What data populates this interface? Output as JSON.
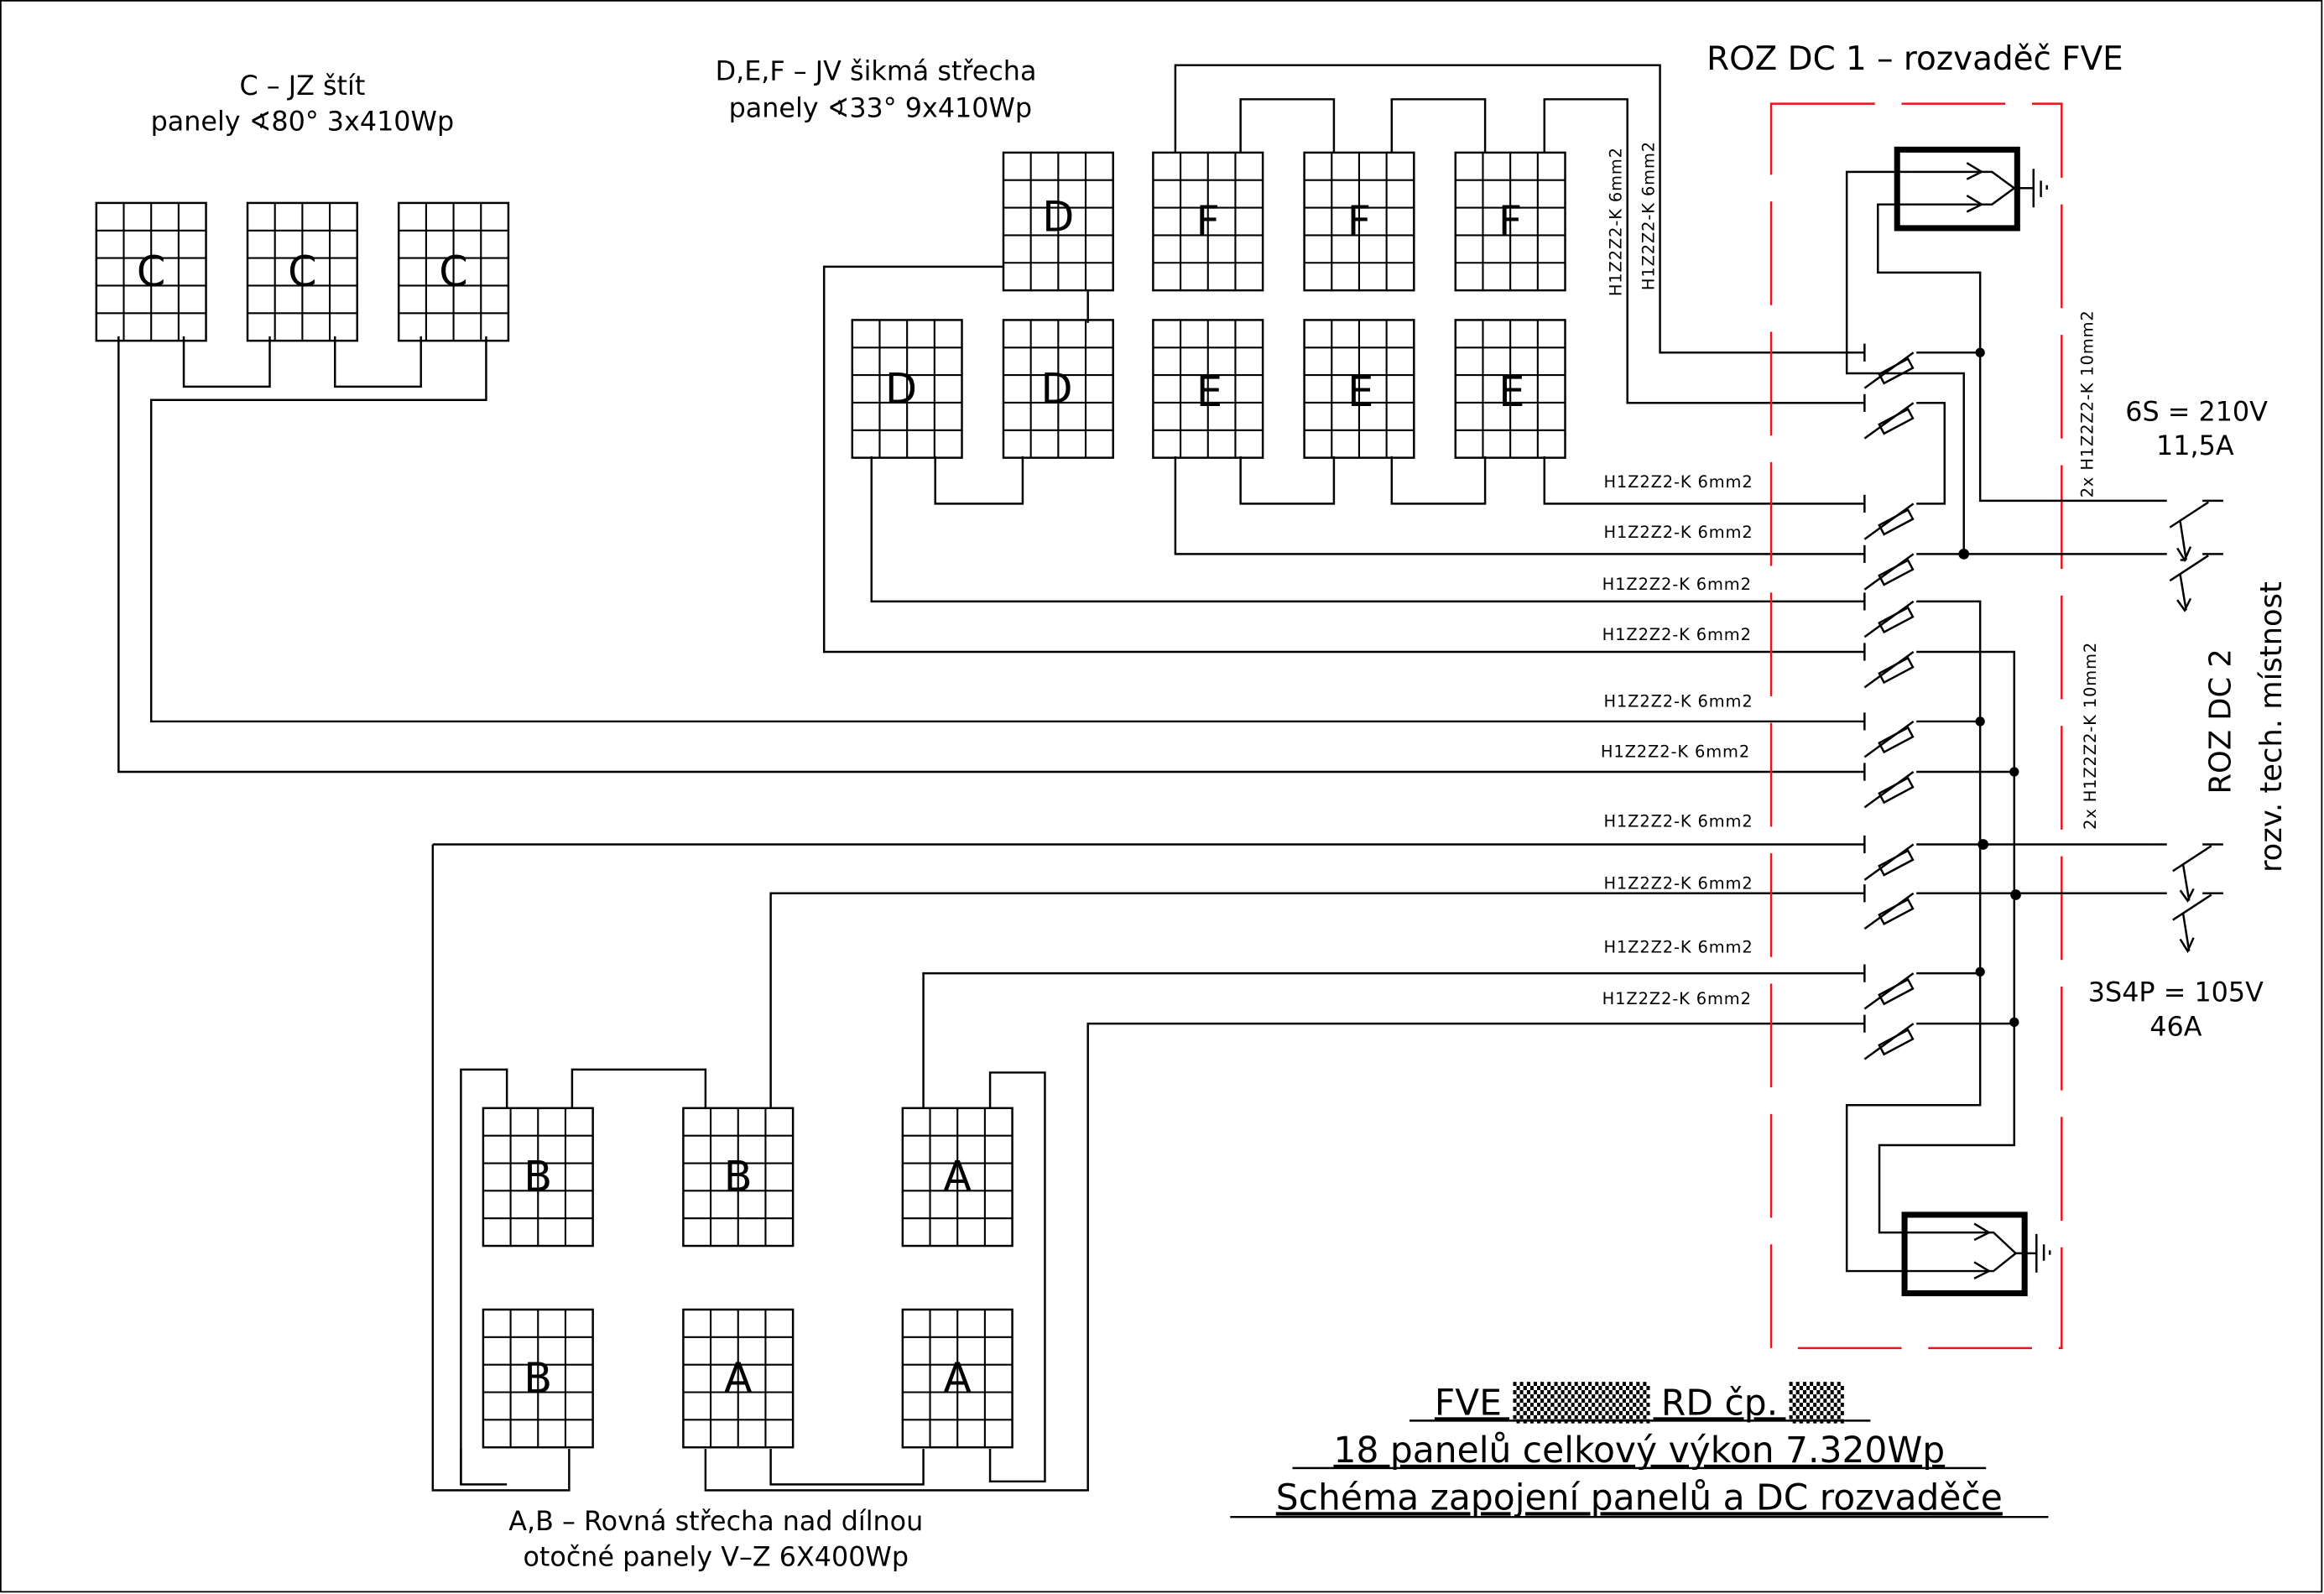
{
  "groups": {
    "c": {
      "line1": "C – JZ štít",
      "line2": "panely ∢80°  3x410Wp"
    },
    "def": {
      "line1": "D,E,F – JV šikmá střecha",
      "line2": "panely ∢33°  9x410Wp"
    },
    "ab": {
      "line1": "A,B – Rovná střecha nad dílnou",
      "line2": "otočné panely V–Z   6X400Wp"
    }
  },
  "panels": {
    "c": [
      "C",
      "C",
      "C"
    ],
    "def_top": [
      "D",
      "F",
      "F",
      "F"
    ],
    "def_bottom": [
      "D",
      "D",
      "E",
      "E",
      "E"
    ],
    "ab_top": [
      "B",
      "B",
      "A"
    ],
    "ab_bottom": [
      "B",
      "A",
      "A"
    ]
  },
  "roz_dc1": {
    "title": "ROZ DC 1 – rozvaděč FVE"
  },
  "roz_dc2": {
    "line1": "ROZ DC 2",
    "line2": "rozv. tech. místnost"
  },
  "cables": {
    "vertical_1": "H1Z2Z2-K  6mm2",
    "vertical_2": "H1Z2Z2-K  6mm2",
    "rows": [
      "H1Z2Z2-K  6mm2",
      "H1Z2Z2-K  6mm2",
      "H1Z2Z2-K  6mm2",
      "H1Z2Z2-K  6mm2",
      "H1Z2Z2-K  6mm2",
      "H1Z2Z2-K  6mm2",
      "H1Z2Z2-K  6mm2",
      "H1Z2Z2-K  6mm2",
      "H1Z2Z2-K  6mm2",
      "H1Z2Z2-K  6mm2"
    ],
    "output_upper": "2x H1Z2Z2-K  10mm2",
    "output_lower": "2x H1Z2Z2-K  10mm2"
  },
  "strings": {
    "upper": {
      "line1": "6S  = 210V",
      "line2": "11,5A"
    },
    "lower": {
      "line1": "3S4P = 105V",
      "line2": "46A"
    }
  },
  "title_block": {
    "line1": "FVE ▒▒▒▒▒ RD čp. ▒▒",
    "line2": "18 panelů celkový výkon 7.320Wp",
    "line3": "Schéma zapojení panelů a DC rozvaděče"
  },
  "colors": {
    "enclosure": "#e8131b",
    "ink": "#000000"
  }
}
